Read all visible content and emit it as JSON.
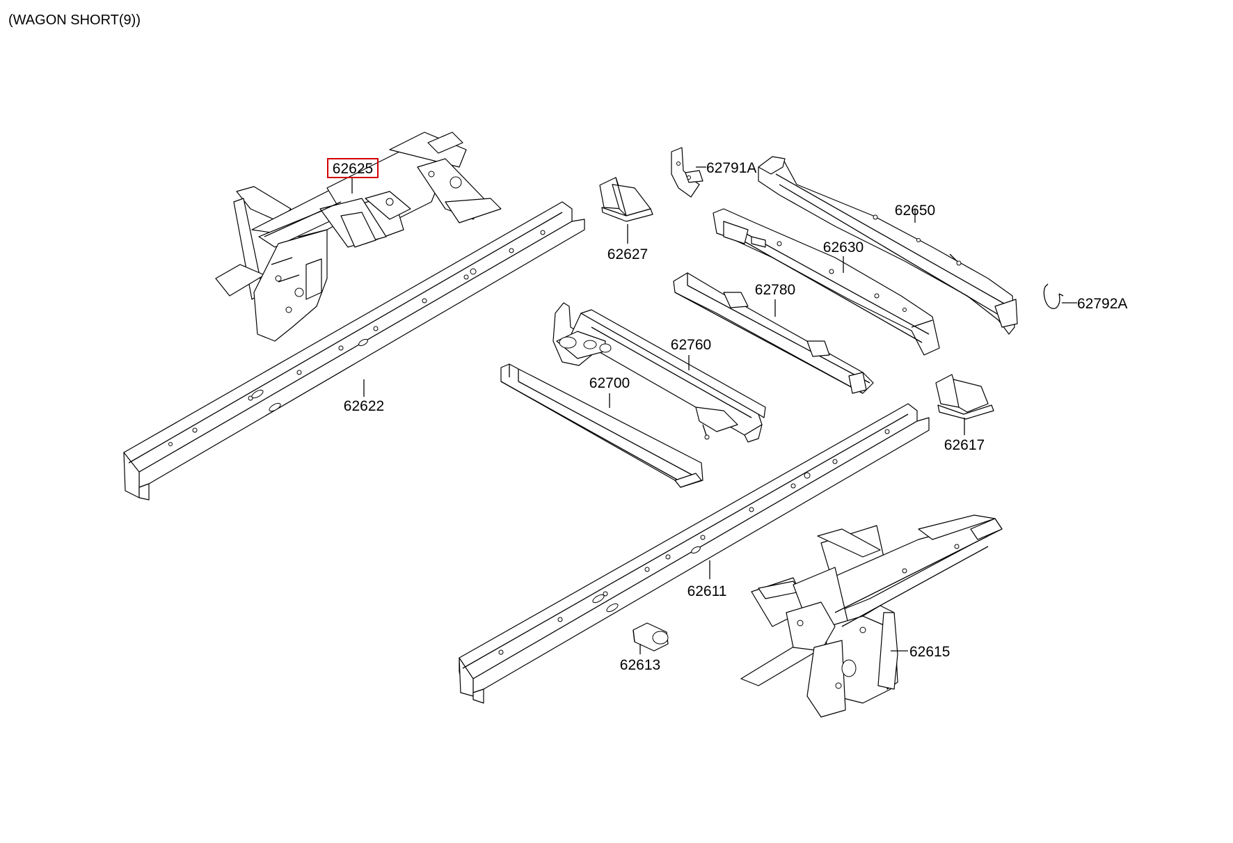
{
  "title": "(WAGON SHORT(9))",
  "labels": {
    "p62625": "62625",
    "p62622": "62622",
    "p62627": "62627",
    "p62791A": "62791A",
    "p62650": "62650",
    "p62630": "62630",
    "p62780": "62780",
    "p62792A": "62792A",
    "p62760": "62760",
    "p62700": "62700",
    "p62617": "62617",
    "p62611": "62611",
    "p62613": "62613",
    "p62615": "62615"
  },
  "highlighted_part": "62625",
  "colors": {
    "highlight": "#d10000",
    "line": "#000000",
    "background": "#ffffff"
  }
}
